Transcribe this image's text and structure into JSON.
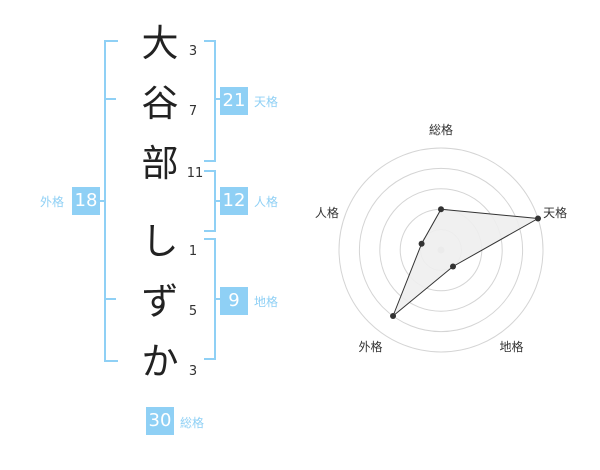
{
  "surname": [
    "大",
    "谷",
    "部"
  ],
  "given": [
    "し",
    "ず",
    "か"
  ],
  "strokes": {
    "c1": "3",
    "c2": "7",
    "c3": "11",
    "c4": "1",
    "c5": "5",
    "c6": "3"
  },
  "kaku": {
    "tenkaku": {
      "value": "21",
      "label": "天格"
    },
    "jinkaku": {
      "value": "12",
      "label": "人格"
    },
    "chikaku": {
      "value": "9",
      "label": "地格"
    },
    "gaikaku": {
      "value": "18",
      "label": "外格"
    },
    "soukaku": {
      "value": "30",
      "label": "総格"
    }
  },
  "colors": {
    "accent": "#8fd0f5",
    "text": "#222222",
    "radar_fill": "#eeeeee"
  },
  "chart_data": {
    "type": "radar",
    "axes": [
      "総格",
      "天格",
      "地格",
      "外格",
      "人格"
    ],
    "values": [
      2,
      5,
      1,
      4,
      1
    ],
    "scale_max": 5,
    "rings": 5
  }
}
